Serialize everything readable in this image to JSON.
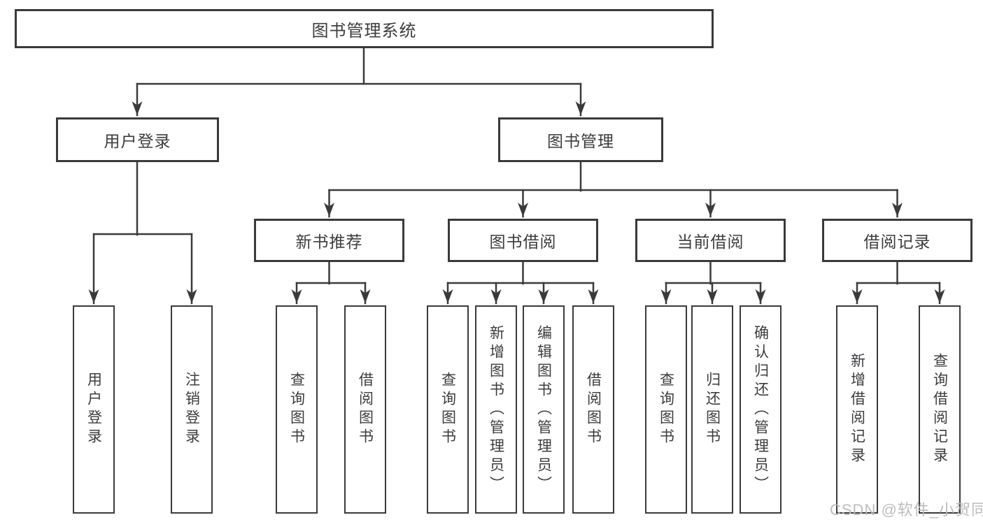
{
  "diagram_type": "hierarchy-tree",
  "tree": {
    "label": "图书管理系统",
    "children": [
      {
        "label": "用户登录",
        "children": [
          {
            "label": "用户登录"
          },
          {
            "label": "注销登录"
          }
        ]
      },
      {
        "label": "图书管理",
        "children": [
          {
            "label": "新书推荐",
            "children": [
              {
                "label": "查询图书"
              },
              {
                "label": "借阅图书"
              }
            ]
          },
          {
            "label": "图书借阅",
            "children": [
              {
                "label": "查询图书"
              },
              {
                "label": "新增图书（管理员）"
              },
              {
                "label": "编辑图书（管理员）"
              },
              {
                "label": "借阅图书"
              }
            ]
          },
          {
            "label": "当前借阅",
            "children": [
              {
                "label": "查询图书"
              },
              {
                "label": "归还图书"
              },
              {
                "label": "确认归还（管理员）"
              }
            ]
          },
          {
            "label": "借阅记录",
            "children": [
              {
                "label": "新增借阅记录"
              },
              {
                "label": "查询借阅记录"
              }
            ]
          }
        ]
      }
    ]
  },
  "watermark": {
    "text": "CSDN @软件_小贺同学"
  },
  "colors": {
    "line": "#3a3a3a",
    "box_border": "#3a3a3a",
    "text": "#3c3c40",
    "watermark": "#b9b9b9",
    "background": "#ffffff"
  }
}
